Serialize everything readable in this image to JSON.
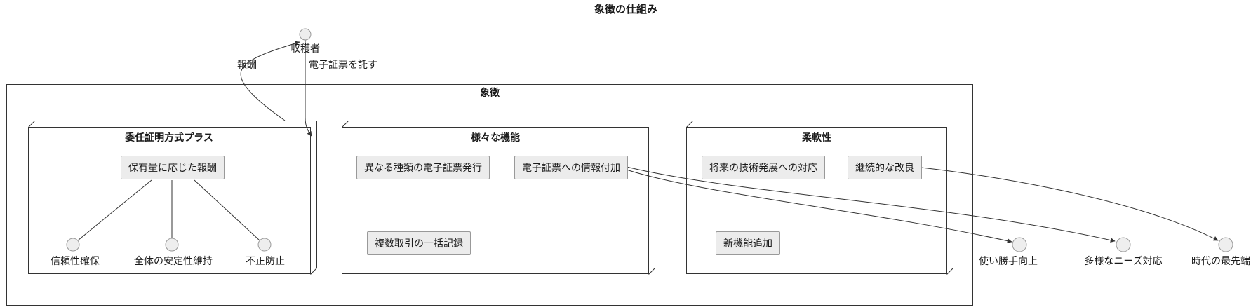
{
  "title": "象徴の仕組み",
  "actor": {
    "label": "収穫者"
  },
  "edge_labels": {
    "reward": "報酬",
    "entrust": "電子証票を託す"
  },
  "container": {
    "label": "象徴"
  },
  "groups": [
    {
      "title": "委任証明方式プラス",
      "node": "保有量に応じた報酬",
      "outcomes": [
        "信頼性確保",
        "全体の安定性維持",
        "不正防止"
      ]
    },
    {
      "title": "様々な機能",
      "nodes": [
        "異なる種類の電子証票発行",
        "電子証票への情報付加",
        "複数取引の一括記録"
      ]
    },
    {
      "title": "柔軟性",
      "nodes": [
        "将来の技術発展への対応",
        "継続的な改良",
        "新機能追加"
      ]
    }
  ],
  "external_outcomes": [
    "使い勝手向上",
    "多様なニーズ対応",
    "時代の最先端"
  ],
  "colors": {
    "line": "#333333",
    "box_border": "#333333",
    "node_fill": "#ececec",
    "node_border": "#999999",
    "circle_fill": "#eeeeee",
    "circle_border": "#999999"
  }
}
